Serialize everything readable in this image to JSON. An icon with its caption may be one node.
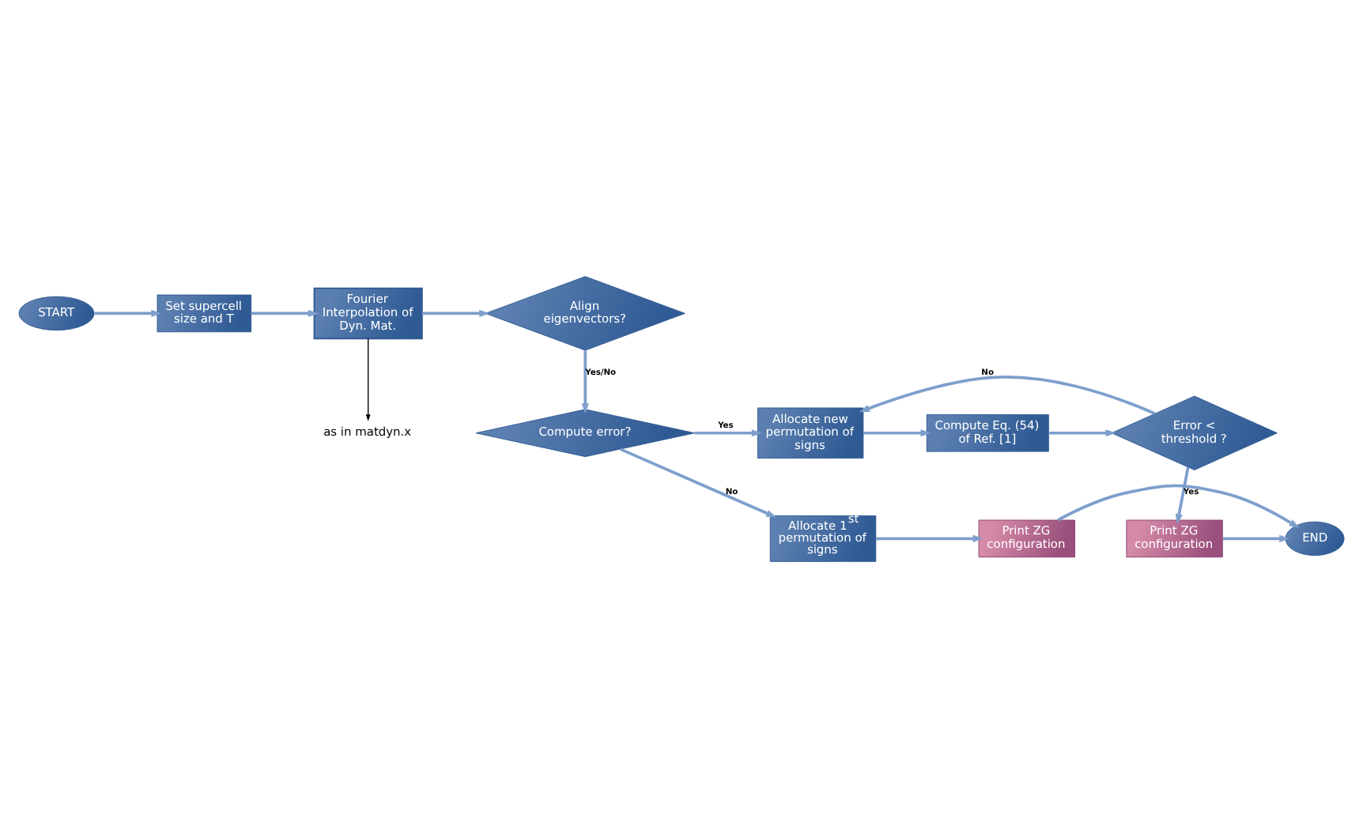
{
  "diagram": {
    "nodes": [
      {
        "text": [
          "START"
        ]
      },
      {
        "text": [
          "Set supercell size and T"
        ]
      },
      {
        "text": [
          "Fourier Interpolation of Dyn. Mat."
        ]
      },
      {
        "text": [
          "as in matdyn.x"
        ]
      },
      {
        "text": [
          "Align eigenvectors?"
        ]
      },
      {
        "text": [
          "Compute error?"
        ]
      },
      {
        "text": [
          "Allocate new permutation of signs"
        ]
      },
      {
        "text": [
          "Compute Eq. (54) of Ref. [1]"
        ]
      },
      {
        "text": [
          "Error < threshold ?"
        ]
      },
      {
        "text": [
          "Print ZG configuration"
        ]
      },
      {
        "text": [
          "END"
        ]
      },
      {
        "text": [
          "Print ZG configuration"
        ]
      },
      {
        "text": [
          "Allocate 1$^{st}$ permutation of signs"
        ]
      }
    ],
    "edges": [
      {
        "from": 0,
        "to": 1,
        "arrow": "to"
      },
      {
        "from": 1,
        "to": 2,
        "arrow": "to"
      },
      {
        "from": 2,
        "to": 3,
        "arrow": "to",
        "color": "#000000"
      },
      {
        "from": 2,
        "to": 4,
        "arrow": "to"
      },
      {
        "from": 4,
        "to": 5,
        "arrow": "to",
        "label": "Yes/No"
      },
      {
        "from": 5,
        "to": 6,
        "arrow": "to",
        "label": "Yes"
      },
      {
        "from": 6,
        "to": 7,
        "arrow": "to"
      },
      {
        "from": 7,
        "to": 8,
        "arrow": "to"
      },
      {
        "from": 8,
        "to": 6,
        "arrow": "to",
        "label": "No"
      },
      {
        "from": 8,
        "to": 9,
        "arrow": "to",
        "label": "Yes"
      },
      {
        "from": 5,
        "to": 12,
        "arrow": "to",
        "label": "No"
      },
      {
        "from": 12,
        "to": 11,
        "arrow": "to"
      },
      {
        "from": 11,
        "to": 10,
        "arrow": "to"
      },
      {
        "from": 9,
        "to": 10,
        "arrow": "to"
      }
    ]
  }
}
